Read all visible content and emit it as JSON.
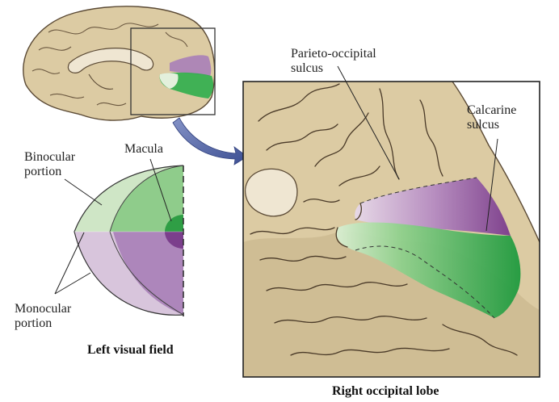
{
  "labels": {
    "parieto_occipital": [
      "Parieto-occipital",
      "sulcus"
    ],
    "calcarine": [
      "Calcarine",
      "sulcus"
    ],
    "macula": "Macula",
    "binocular": [
      "Binocular",
      "portion"
    ],
    "monocular": [
      "Monocular",
      "portion"
    ]
  },
  "captions": {
    "left_visual_field": "Left visual field",
    "right_occipital_lobe": "Right occipital lobe"
  },
  "colors": {
    "brain": "#dccba3",
    "brain_dark": "#b9a37a",
    "sulcus_line": "#4a3a28",
    "green_light": "#c9e2c0",
    "green_mid": "#8cc988",
    "green_dark": "#2f9e45",
    "purple_light": "#d8c3de",
    "purple_mid": "#a97fb8",
    "purple_dark": "#7b3f8c",
    "arrow": "#5a6aa6"
  }
}
